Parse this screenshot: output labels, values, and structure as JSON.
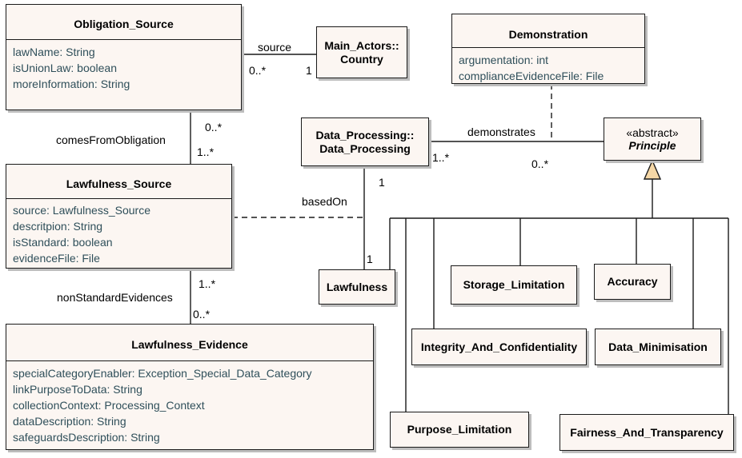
{
  "classes": {
    "obligation_source": {
      "name": "Obligation_Source",
      "attributes": [
        "lawName: String",
        "isUnionLaw: boolean",
        "moreInformation: String"
      ]
    },
    "country": {
      "name_line1": "Main_Actors::",
      "name_line2": "Country"
    },
    "demonstration": {
      "name": "Demonstration",
      "attributes": [
        "argumentation: int",
        "complianceEvidenceFile: File"
      ]
    },
    "data_processing": {
      "name_line1": "Data_Processing::",
      "name_line2": "Data_Processing"
    },
    "principle": {
      "stereotype": "«abstract»",
      "name": "Principle"
    },
    "lawfulness_source": {
      "name": "Lawfulness_Source",
      "attributes": [
        "source: Lawfulness_Source",
        "descritpion: String",
        "isStandard: boolean",
        "evidenceFile: File"
      ]
    },
    "lawfulness": {
      "name": "Lawfulness"
    },
    "storage_limitation": {
      "name": "Storage_Limitation"
    },
    "accuracy": {
      "name": "Accuracy"
    },
    "integrity": {
      "name": "Integrity_And_Confidentiality"
    },
    "data_minimisation": {
      "name": "Data_Minimisation"
    },
    "lawfulness_evidence": {
      "name": "Lawfulness_Evidence",
      "attributes": [
        "specialCategoryEnabler: Exception_Special_Data_Category",
        "linkPurposeToData: String",
        "collectionContext: Processing_Context",
        "dataDescription: String",
        "safeguardsDescription: String"
      ]
    },
    "purpose_limitation": {
      "name": "Purpose_Limitation"
    },
    "fairness": {
      "name": "Fairness_And_Transparency"
    }
  },
  "associations": {
    "source": {
      "role": "source",
      "mult_left": "0..*",
      "mult_right": "1"
    },
    "comes_from": {
      "role": "comesFromObligation",
      "mult_top": "0..*",
      "mult_bottom": "1..*"
    },
    "demonstrates": {
      "role": "demonstrates",
      "mult_left": "1..*",
      "mult_right": "0..*"
    },
    "based_on": {
      "role": "basedOn",
      "mult_top": "1",
      "mult_bottom": "1"
    },
    "non_standard": {
      "role": "nonStandardEvidences",
      "mult_top": "1..*",
      "mult_bottom": "0..*"
    }
  },
  "colors": {
    "box_fill": "#fcf6f2",
    "attribute_text": "#2f4f5a",
    "generalization_fill": "#f5d7a6"
  }
}
